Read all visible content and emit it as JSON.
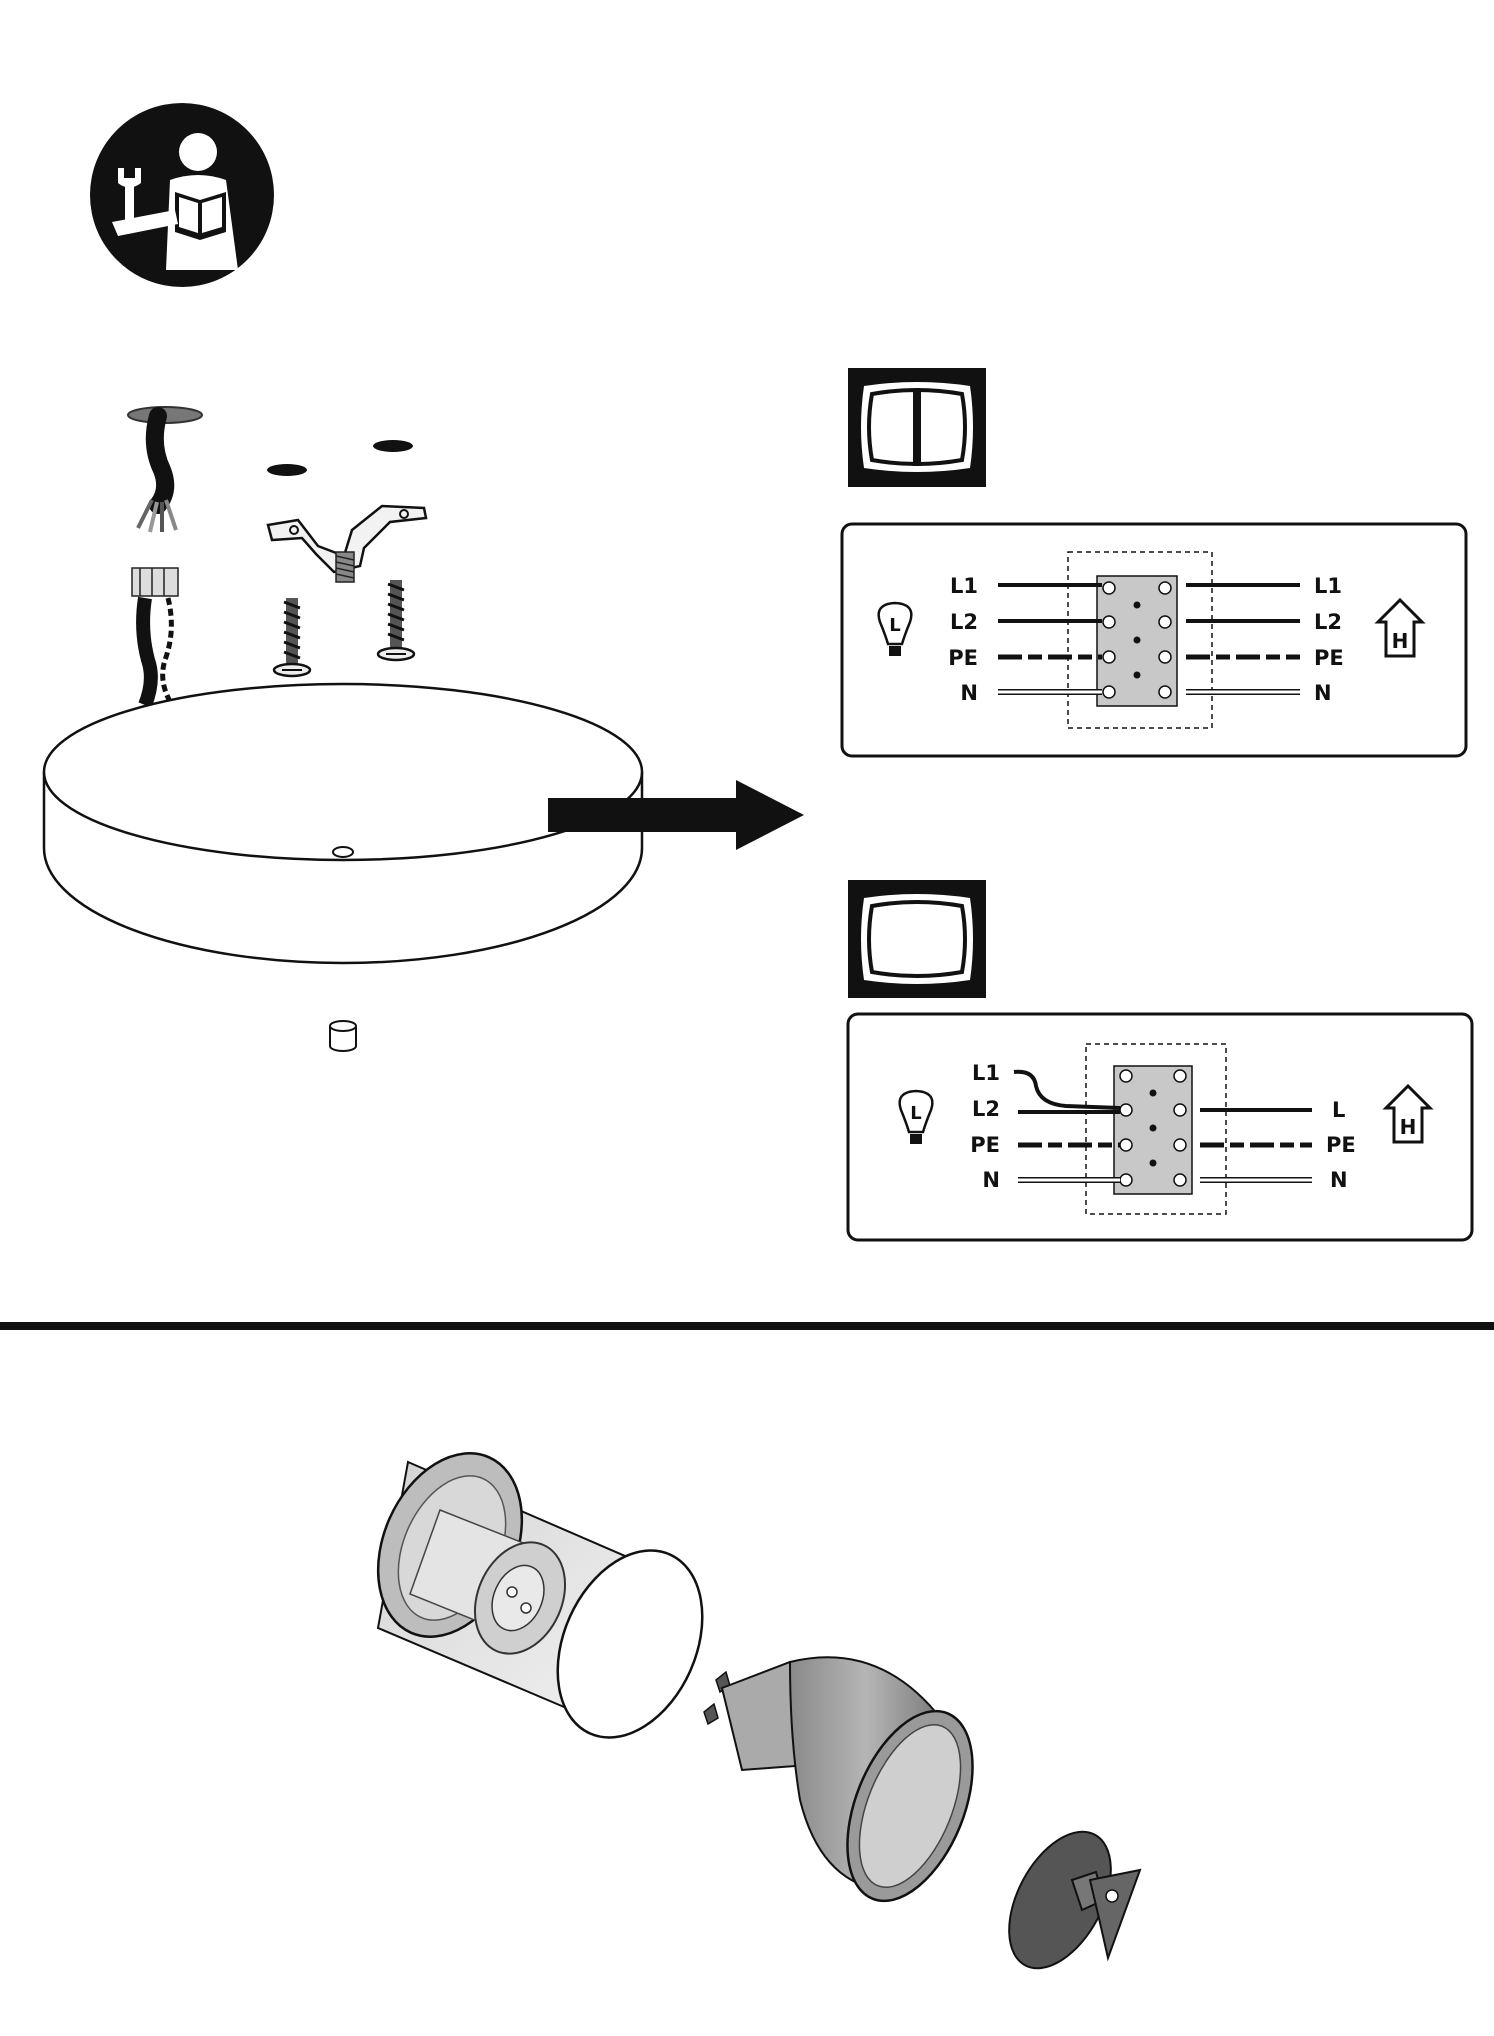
{
  "manual_icon": {
    "name": "read-manual-icon"
  },
  "diagram_double": {
    "lamp_symbol": "L",
    "house_symbol": "H",
    "left_labels": [
      "L1",
      "L2",
      "PE",
      "N"
    ],
    "right_labels": [
      "L1",
      "L2",
      "PE",
      "N"
    ]
  },
  "diagram_single": {
    "lamp_symbol": "L",
    "house_symbol": "H",
    "left_labels": [
      "L1",
      "L2",
      "PE",
      "N"
    ],
    "right_labels": [
      "L",
      "PE",
      "N"
    ]
  },
  "colors": {
    "ink": "#111111",
    "terminal_fill": "#c8c8c8",
    "bulb_gray": "#9a9a9a"
  }
}
